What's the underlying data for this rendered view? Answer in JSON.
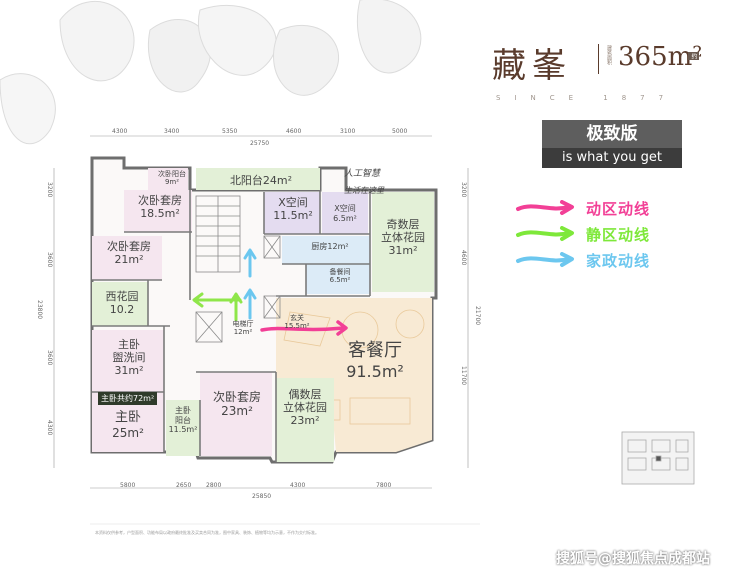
{
  "title": "藏峯",
  "area_label": "建筑面积",
  "area": "365m²",
  "area_unit": "约",
  "since": "SINCE 1877",
  "edition": {
    "name": "极致版",
    "subtitle": "is what you get"
  },
  "legend": [
    {
      "label": "动区动线",
      "color": "#f23f96"
    },
    {
      "label": "静区动线",
      "color": "#7ee83a"
    },
    {
      "label": "家政动线",
      "color": "#6cc7ef"
    }
  ],
  "dims": {
    "top_total": "25750",
    "top": [
      "4300",
      "3400",
      "5350",
      "4600",
      "3100",
      "5000"
    ],
    "bottom_total": "25850",
    "bottom": [
      "5800",
      "2650",
      "2800",
      "4300",
      "7800"
    ],
    "left": [
      "3200",
      "3600",
      "3600",
      "4300"
    ],
    "left_total": "23800",
    "right": [
      "3200",
      "4600",
      "11700"
    ],
    "right_total": "21700"
  },
  "notes": [
    "人工智慧",
    "生活在这里"
  ],
  "rooms": {
    "bedroom2_balcony": {
      "name": "次卧阳台",
      "size": "9m²"
    },
    "north_balcony": {
      "name": "北阳台24m²"
    },
    "bedroom2_suite_a": {
      "name": "次卧套房",
      "size": "18.5m²"
    },
    "x_space": {
      "name": "X空间",
      "size": "11.5m²"
    },
    "x_space_small": {
      "name": "X空间",
      "size": "6.5m²"
    },
    "odd_garden": {
      "name": "奇数层",
      "name2": "立体花园",
      "size": "31m²"
    },
    "bedroom2_suite_b": {
      "name": "次卧套房",
      "size": "21m²"
    },
    "kitchen": {
      "name": "厨房12m²"
    },
    "pantry": {
      "name": "备餐间",
      "size": "6.5m²"
    },
    "west_garden": {
      "name": "西花园",
      "size": "10.2"
    },
    "elevator_hall": {
      "name": "电梯厅",
      "size": "12m²"
    },
    "foyer": {
      "name": "玄关",
      "size": "15.5m²"
    },
    "living_dining": {
      "name": "客餐厅",
      "size": "91.5m²"
    },
    "master_bath": {
      "name": "主卧",
      "name2": "盥洗间",
      "size": "31m²"
    },
    "master_total": {
      "name": "主卧共约72m²"
    },
    "master": {
      "name": "主卧",
      "size": "25m²"
    },
    "master_balcony": {
      "name": "主卧",
      "name2": "阳台",
      "size": "11.5m²"
    },
    "bedroom2_suite_c": {
      "name": "次卧套房",
      "size": "23m²"
    },
    "even_garden": {
      "name": "偶数层",
      "name2": "立体花园",
      "size": "23m²"
    }
  },
  "footnote": "本资料仅供参考，户型面积、功能布局以政府最终批准及买卖合同为准，图中家具、装饰、植物等均为示意，不作为交付标准。",
  "watermark": "搜狐号@搜狐焦点成都站"
}
